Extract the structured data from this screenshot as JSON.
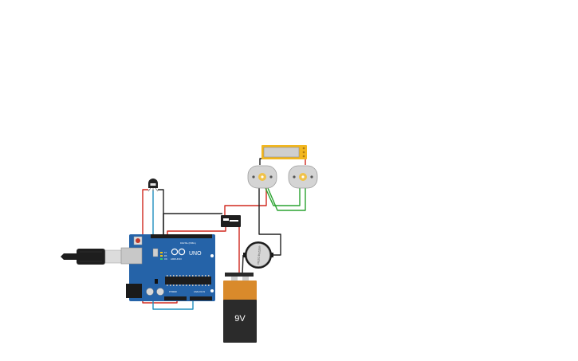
{
  "arduino": {
    "model_label": "UNO",
    "brand_label": "ARDUINO",
    "digital_label": "DIGITAL (PWM~)",
    "power_label": "POWER",
    "analog_label": "ANALOG IN",
    "led_on_label": "ON",
    "led_tx_label": "TX",
    "led_rx_label": "RX"
  },
  "battery": {
    "label": "9V"
  },
  "buzzer": {
    "label": "PIEZO BUZZER"
  },
  "colors": {
    "wire_red": "#d0281e",
    "wire_black": "#222222",
    "wire_green": "#2aa330",
    "wire_blue": "#1f8fbf",
    "board": "#2563a8",
    "battery_copper": "#d98a2b"
  }
}
